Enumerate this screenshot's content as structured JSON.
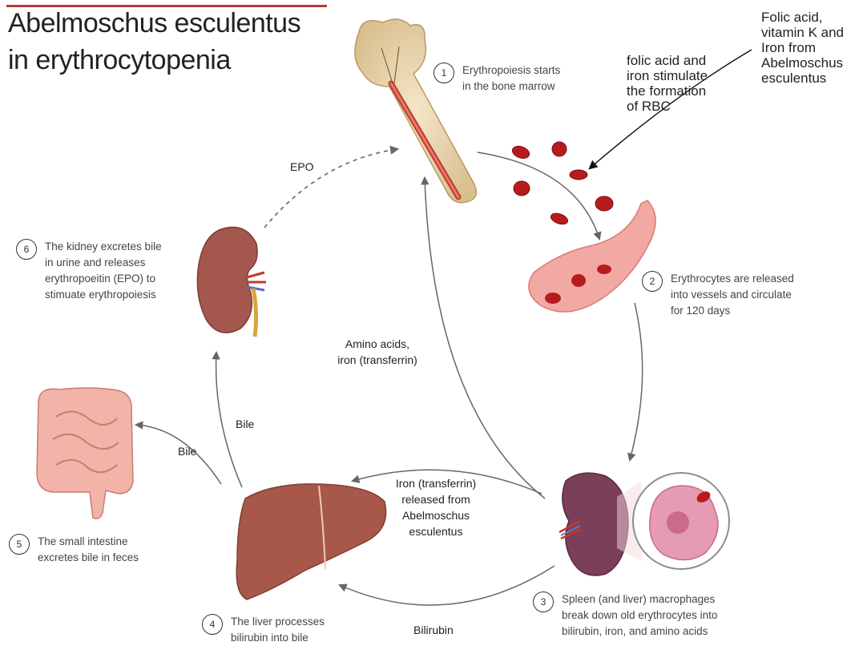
{
  "title": {
    "line1": "Abelmoschus esculentus",
    "line2": "in erythrocytopenia"
  },
  "steps": [
    {
      "num": "1",
      "text": "Erythropoiesis starts\nin the bone marrow"
    },
    {
      "num": "2",
      "text": "Erythrocytes are released\ninto vessels and circulate\nfor 120 days"
    },
    {
      "num": "3",
      "text": "Spleen (and liver) macrophages\nbreak down old erythrocytes into\nbilirubin, iron, and amino acids"
    },
    {
      "num": "4",
      "text": "The liver processes\nbilirubin into bile"
    },
    {
      "num": "5",
      "text": "The small intestine\nexcretes bile in feces"
    },
    {
      "num": "6",
      "text": "The kidney excretes bile\nin urine and releases\nerythropoeitin (EPO) to\nstimuate erythropoiesis"
    }
  ],
  "labels": {
    "epo": "EPO",
    "amino_acids": "Amino acids,\niron (transferrin)",
    "bile_kidney": "Bile",
    "bile_intestine": "Bile",
    "iron_transferrin": "Iron (transferrin)\nreleased from\nAbelmoschus\nesculentus",
    "bilirubin": "Bilirubin"
  },
  "annotations": {
    "folic_rbc": "folic acid and\niron stimulate\nthe formation\nof RBC",
    "folic_vitk": "Folic acid,\nvitamin K and\nIron from\nAbelmoschus\nesculentus"
  }
}
